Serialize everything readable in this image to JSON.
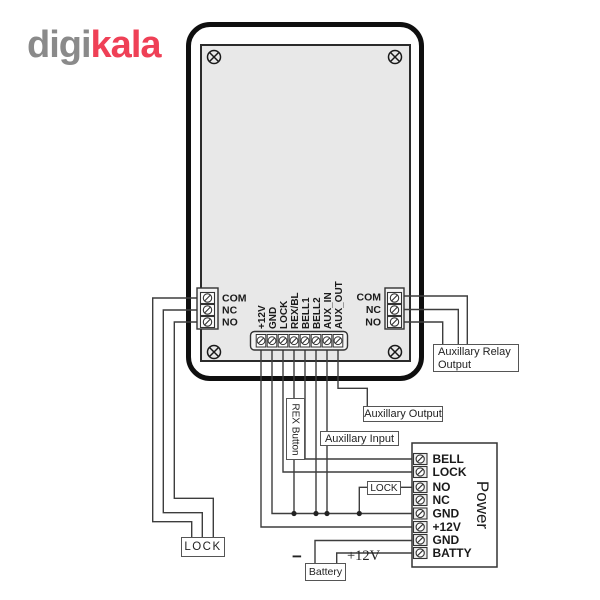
{
  "logo": {
    "gray": "digi",
    "red": "kala"
  },
  "device": {
    "left_block": [
      "COM",
      "NC",
      "NO"
    ],
    "right_block": [
      "COM",
      "NC",
      "NO"
    ],
    "bottom_strip": [
      "+12V",
      "GND",
      "LOCK",
      "REX/BL",
      "BELL1",
      "BELL2",
      "AUX_IN",
      "AUX_OUT"
    ]
  },
  "boxes": {
    "aux_relay_output": {
      "line1": "Auxillary Relay",
      "line2": "Output"
    },
    "aux_output": "Auxillary Output",
    "aux_input": "Auxillary Input",
    "rex_button": "REX Button",
    "lock_inline": "LOCK",
    "lock_device": "LOCK",
    "battery": "Battery"
  },
  "power_supply": {
    "title": "Power",
    "terminals": [
      "BELL",
      "LOCK",
      "NO",
      "NC",
      "GND",
      "+12V",
      "GND",
      "BATTY"
    ]
  },
  "annotations": {
    "battery_neg": "−",
    "battery_pos": "+12V"
  },
  "colors": {
    "logo_gray": "#8a8a8a",
    "logo_red": "#ef4056",
    "panel_fill": "#e8e8e8",
    "wire": "#3d3d3d"
  }
}
